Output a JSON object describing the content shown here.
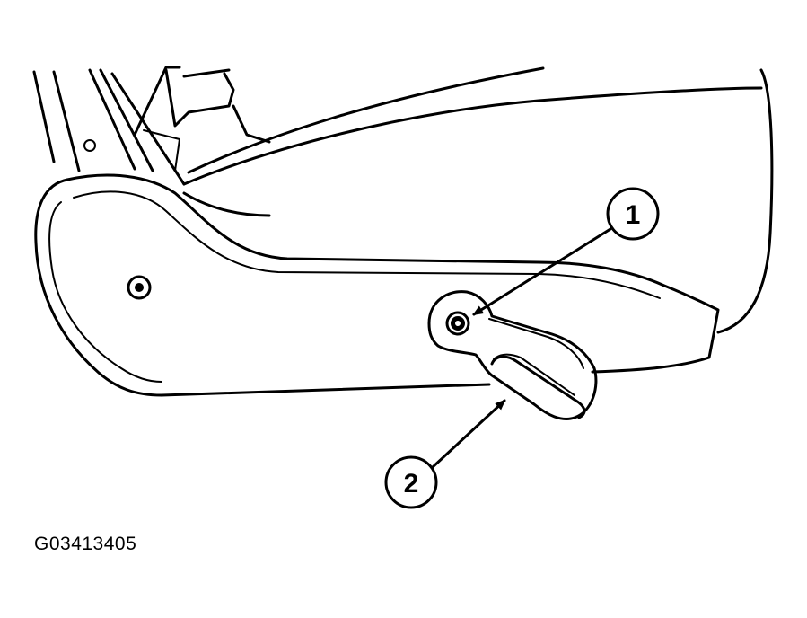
{
  "figure": {
    "callouts": [
      {
        "number": "1",
        "target": "pivot-bolt"
      },
      {
        "number": "2",
        "target": "recliner-lever"
      }
    ],
    "figure_id": "G03413405"
  }
}
